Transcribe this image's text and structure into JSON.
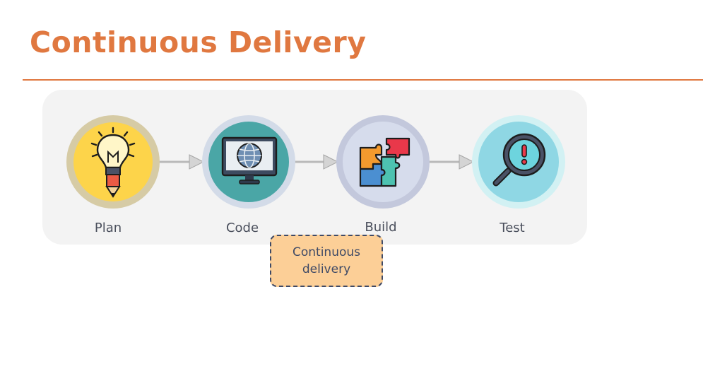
{
  "title": "Continuous Delivery",
  "stages": [
    {
      "label": "Plan",
      "icon": "lightbulb-pencil-icon"
    },
    {
      "label": "Code",
      "icon": "monitor-globe-icon"
    },
    {
      "label": "Build",
      "icon": "puzzle-icon"
    },
    {
      "label": "Test",
      "icon": "magnifier-alert-icon"
    }
  ],
  "callout": {
    "text": "Continuous\ndelivery"
  },
  "colors": {
    "accent": "#e07840",
    "plan_ring": "#d6cba5",
    "plan_fill": "#fdd44a",
    "code_ring": "#d3dbe8",
    "code_fill": "#4aa6a6",
    "build_ring": "#c3c8dc",
    "build_fill": "#d6dcec",
    "test_ring": "#d2f1f3",
    "test_fill": "#8fd7e4",
    "callout_fill": "#fccf97",
    "callout_border": "#3f4a66"
  }
}
